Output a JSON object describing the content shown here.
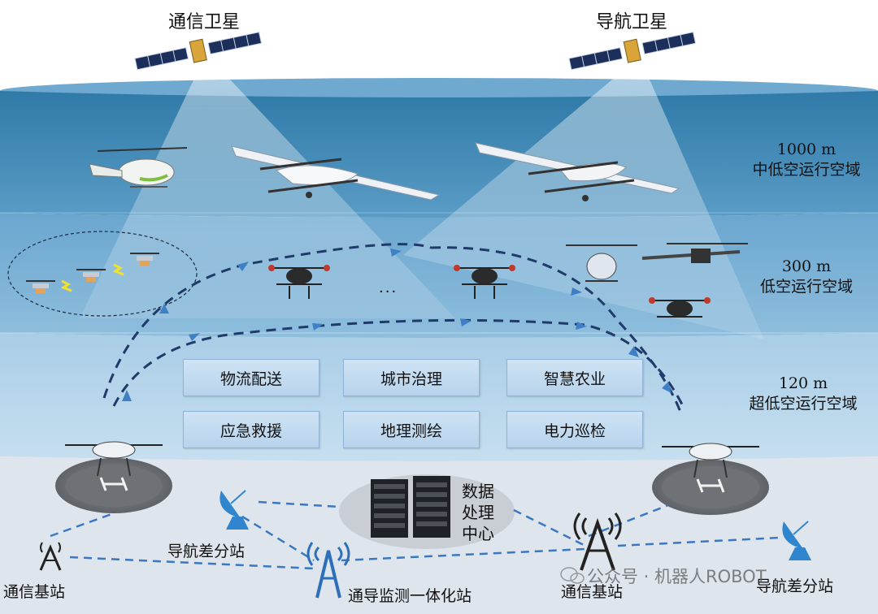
{
  "satellites": {
    "comm": "通信卫星",
    "nav": "导航卫星"
  },
  "zones": {
    "mid": {
      "alt": "1000 m",
      "name": "中低空运行空域"
    },
    "low": {
      "alt": "300 m",
      "name": "低空运行空域"
    },
    "ultra": {
      "alt": "120 m",
      "name": "超低空运行空域"
    }
  },
  "applications": [
    "物流配送",
    "城市治理",
    "智慧农业",
    "应急救援",
    "地理测绘",
    "电力巡检"
  ],
  "data_center": {
    "line1": "数据",
    "line2": "处理",
    "line3": "中心"
  },
  "ellipsis": "...",
  "stations": {
    "comm_base_left": "通信基站",
    "nav_diff_left": "导航差分站",
    "integrated": "通导监测一体化站",
    "comm_base_right": "通信基站",
    "nav_diff_right": "导航差分站"
  },
  "watermark": "公众号 · 机器人ROBOT",
  "colors": {
    "sky_mid": "#3f8ab5",
    "sky_low": "#7fb4d6",
    "sky_ultra": "#b6d6ea",
    "ground": "#dfe5ec",
    "path": "#1f3a6b",
    "station_blue": "#2d7fc4"
  }
}
